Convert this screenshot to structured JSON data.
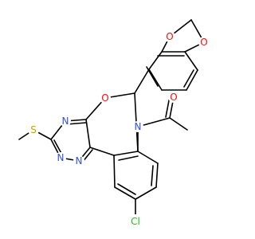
{
  "atoms": {
    "o_dioxole_top": {
      "symbol": "O",
      "color": "#ff0d0d"
    },
    "o_dioxole_right": {
      "symbol": "O",
      "color": "#ff0d0d"
    },
    "o_ring": {
      "symbol": "O",
      "color": "#ff0d0d"
    },
    "o_carbonyl": {
      "symbol": "O",
      "color": "#ff0d0d"
    },
    "n_amide": {
      "symbol": "N",
      "color": "#3050f8"
    },
    "n_triazine_top": {
      "symbol": "N",
      "color": "#3050f8"
    },
    "n_triazine_left": {
      "symbol": "N",
      "color": "#3050f8"
    },
    "n_triazine_bottom": {
      "symbol": "N",
      "color": "#3050f8"
    },
    "s_thioether": {
      "symbol": "S",
      "color": "#c8a200"
    },
    "cl": {
      "symbol": "Cl",
      "color": "#1fc01f"
    }
  }
}
